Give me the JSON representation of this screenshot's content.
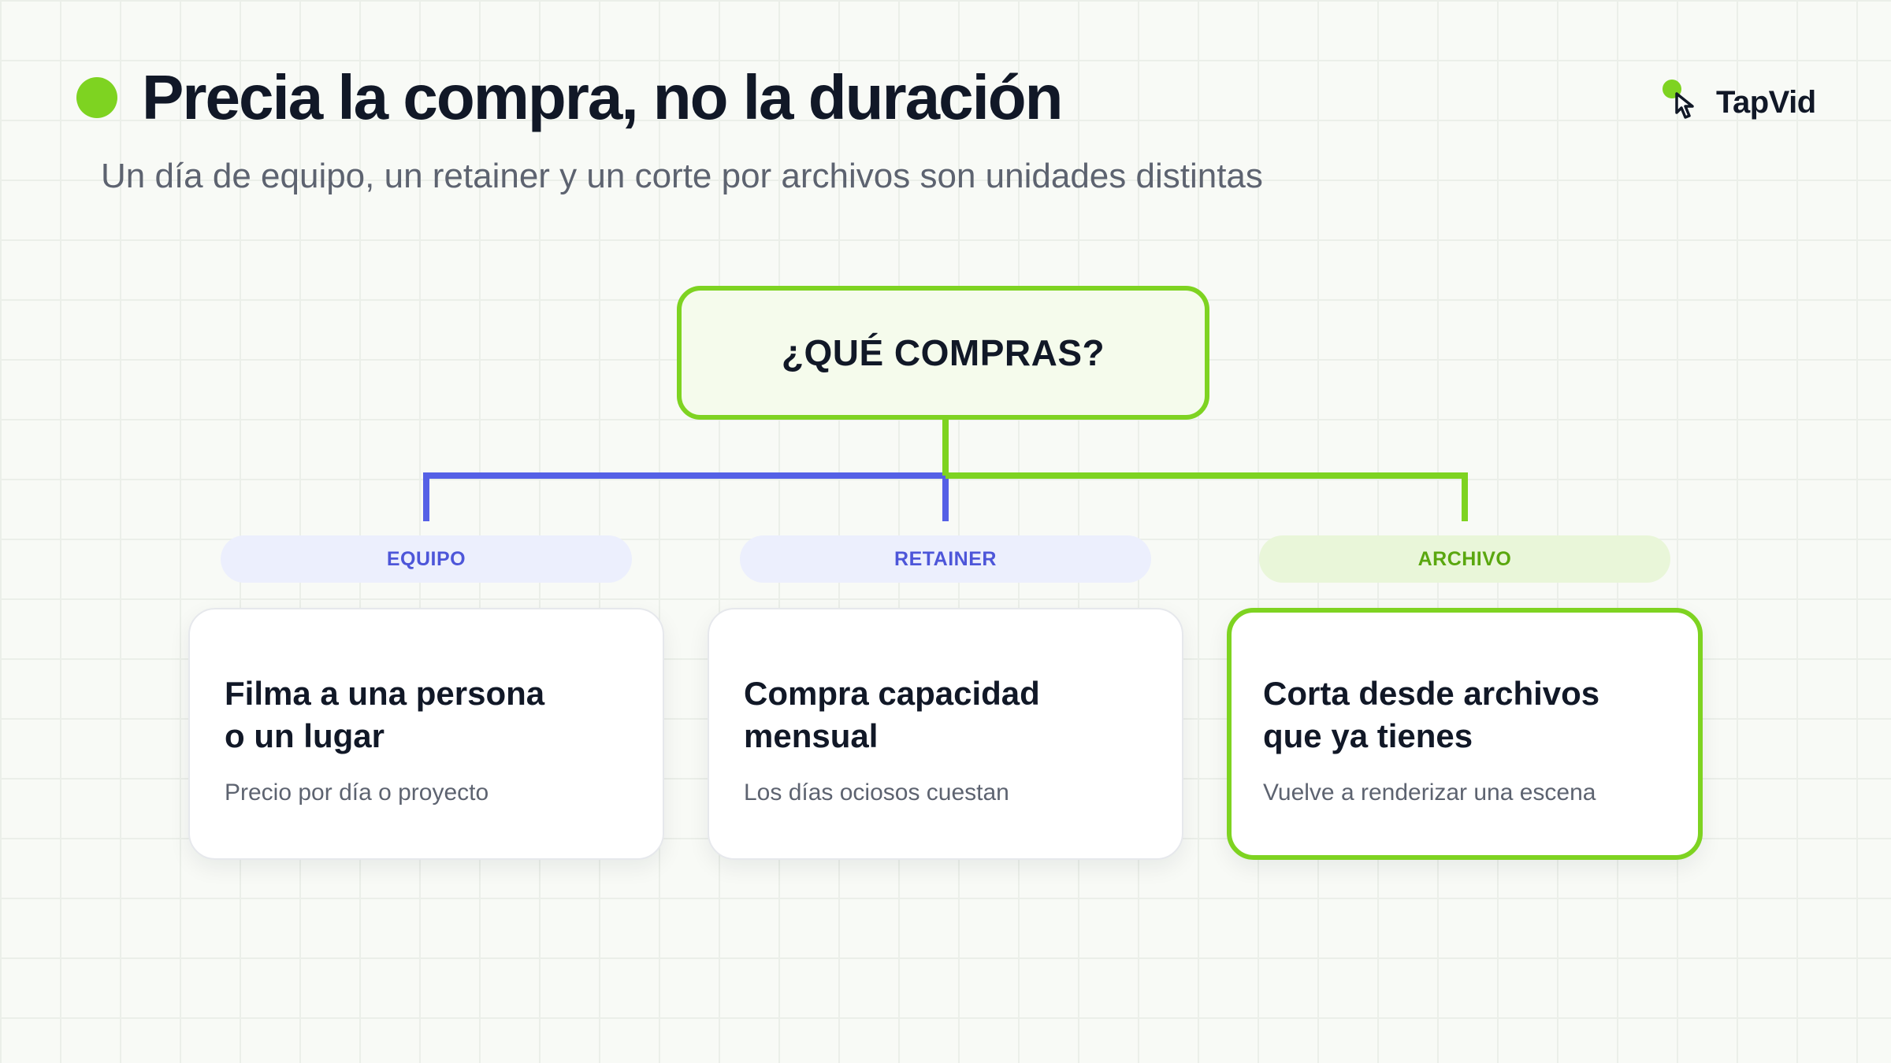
{
  "header": {
    "title": "Precia la compra, no la duración",
    "subtitle": "Un día de equipo, un retainer y un corte por archivos son unidades distintas"
  },
  "brand": {
    "name": "TapVid",
    "icon": "hand-pointer-icon"
  },
  "diagram": {
    "root": {
      "label": "¿QUÉ COMPRAS?"
    },
    "branches": [
      {
        "tag": "EQUIPO",
        "title": "Filma a una persona o un lugar",
        "description": "Precio por día o proyecto",
        "color": "#4d56d9"
      },
      {
        "tag": "RETAINER",
        "title": "Compra capacidad mensual",
        "description": "Los días ociosos cuestan",
        "color": "#4d56d9"
      },
      {
        "tag": "ARCHIVO",
        "title": "Corta desde archivos que ya tienes",
        "description": "Vuelve a renderizar una escena",
        "color": "#7ed321"
      }
    ]
  },
  "colors": {
    "accent_green": "#7ed321",
    "accent_blue": "#5560e6",
    "text_dark": "#111827",
    "text_muted": "#5d6370"
  }
}
